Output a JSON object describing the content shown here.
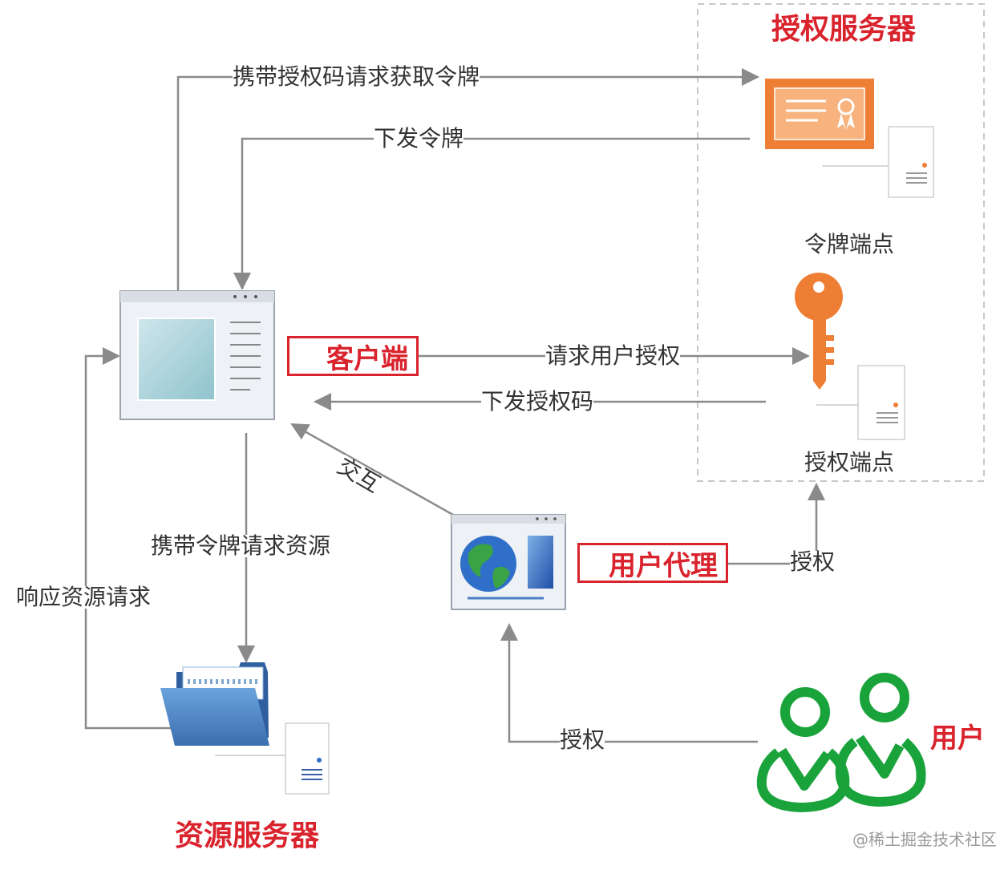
{
  "auth_server": {
    "title": "授权服务器",
    "token_endpoint_label": "令牌端点",
    "auth_endpoint_label": "授权端点"
  },
  "client": {
    "label": "客户端"
  },
  "user_agent": {
    "label": "用户代理"
  },
  "user": {
    "label": "用户"
  },
  "resource_server": {
    "title": "资源服务器"
  },
  "flows": {
    "request_token": "携带授权码请求获取令牌",
    "issue_token": "下发令牌",
    "request_user_auth": "请求用户授权",
    "issue_auth_code": "下发授权码",
    "interact": "交互",
    "request_resource": "携带令牌请求资源",
    "respond_resource": "响应资源请求",
    "agent_authorize": "授权",
    "user_authorize": "授权"
  },
  "watermark": "@稀土掘金技术社区",
  "colors": {
    "accent_red": "#d9232d",
    "orange": "#ef7e35",
    "green": "#1aa33b",
    "line_gray": "#8a8a8a",
    "folder_blue": "#4a86c8"
  }
}
